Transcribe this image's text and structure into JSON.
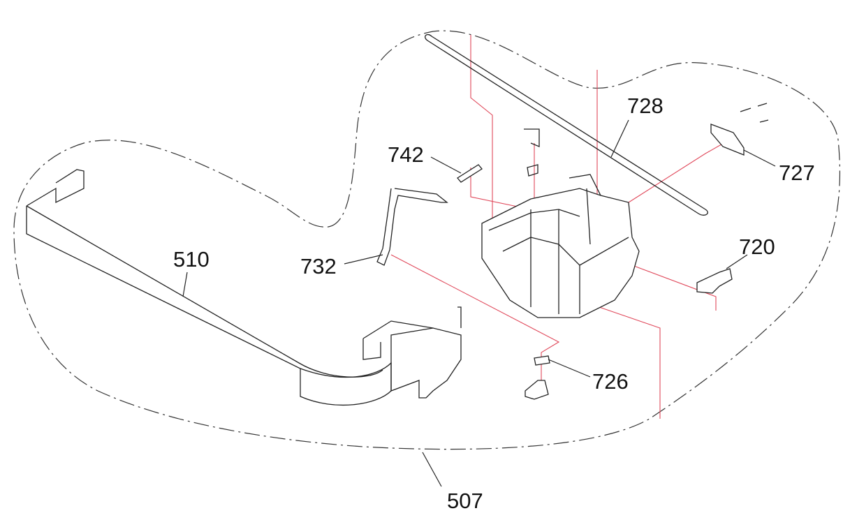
{
  "diagram": {
    "type": "exploded-parts-diagram",
    "labels": {
      "p728": "728",
      "p742": "742",
      "p727": "727",
      "p510": "510",
      "p732": "732",
      "p720": "720",
      "p726": "726",
      "p507": "507"
    },
    "colors": {
      "line": "#222222",
      "guide": "#e0485a"
    }
  }
}
